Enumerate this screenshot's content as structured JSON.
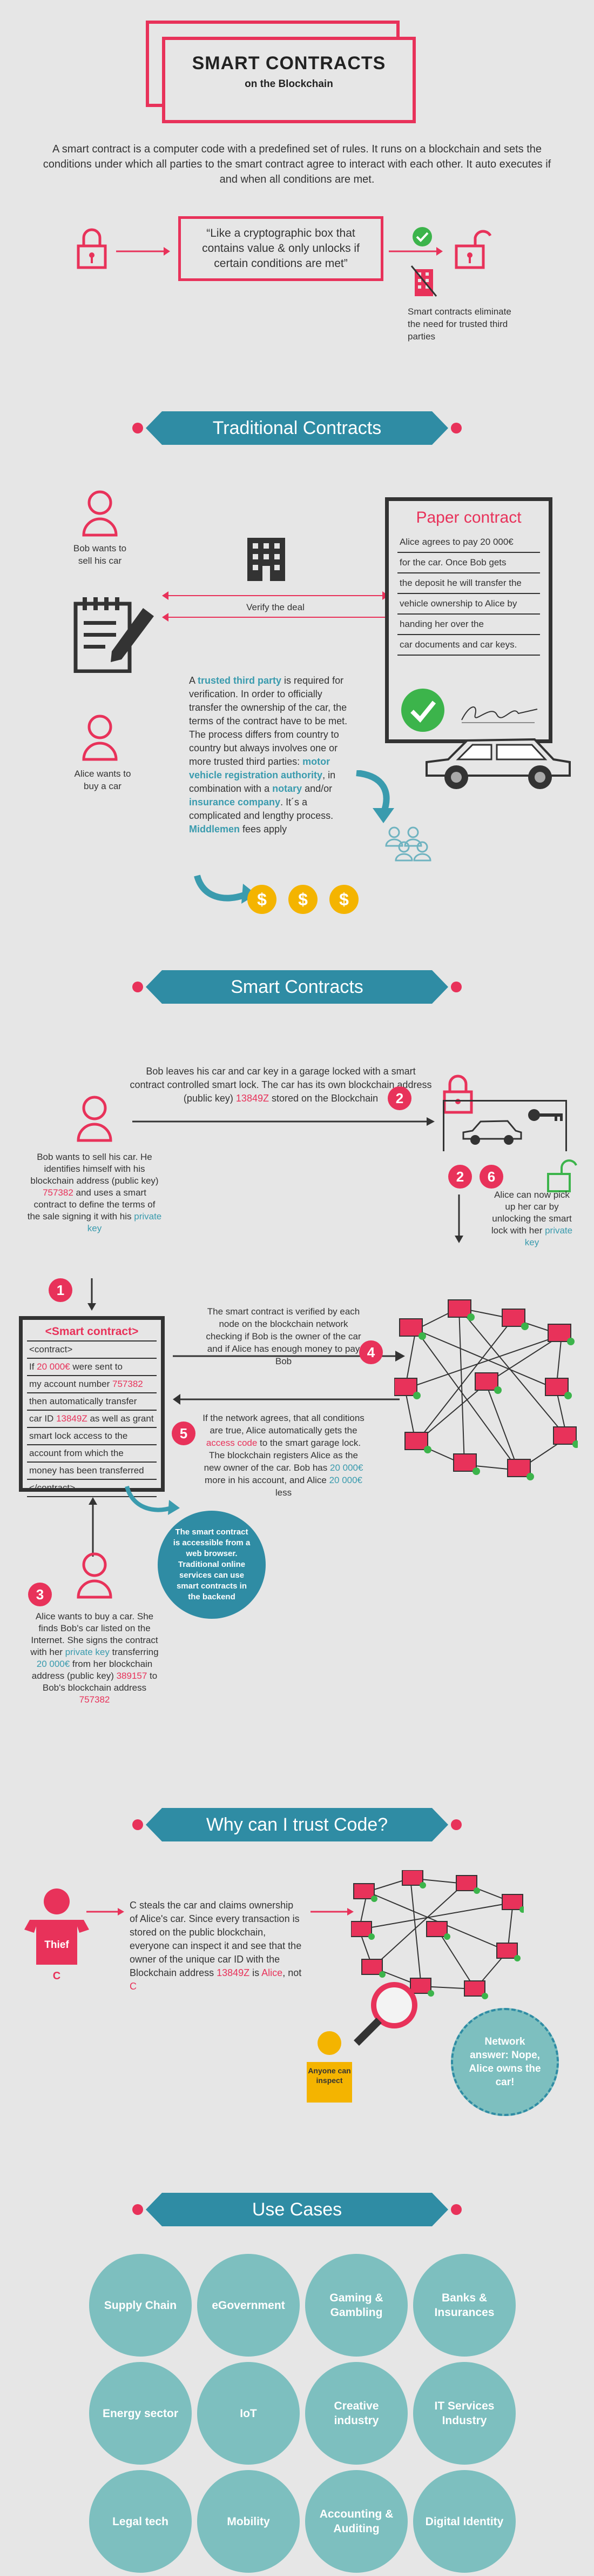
{
  "header": {
    "title": "SMART CONTRACTS",
    "subtitle": "on the Blockchain",
    "intro": "A smart contract is a computer code with a predefined set of rules. It runs on a blockchain and sets the conditions under which all parties to the smart contract agree to interact with each other.  It auto executes if and when all conditions are met.",
    "quote": "“Like a cryptographic box that contains value & only unlocks if certain conditions are met”",
    "eliminate_note": "Smart contracts eliminate the need for trusted third parties"
  },
  "traditional": {
    "banner": "Traditional Contracts",
    "bob": "Bob wants to sell his car",
    "alice": "Alice wants to buy  a car",
    "verify": "Verify the deal",
    "paper_title": "Paper contract",
    "paper_lines": [
      "Alice agrees to pay 20 000€",
      "for the car. Once Bob gets",
      "the deposit he will transfer the",
      "vehicle ownership to Alice by",
      "handing her over the",
      "car documents and car keys."
    ],
    "p_a": "A ",
    "p_ttp": "trusted third party",
    "p_b": " is required for verification. In order to officially transfer the ownership of the car, the terms of the contract have to be met. The process differs from country to country but always involves one or more trusted third parties: ",
    "p_mvra": "motor vehicle registration authority",
    "p_c": ", in combination with a ",
    "p_notary": "notary",
    "p_d": " and/or ",
    "p_insurance": "insurance company",
    "p_e": ". It´s a complicated and lengthy process. ",
    "p_middlemen": "Middlemen",
    "p_f": " fees apply",
    "dollar": "$"
  },
  "smart": {
    "banner": "Smart Contracts",
    "intro_a": "Bob leaves his car and car key in a garage locked with a smart contract controlled smart lock.  The car has its own blockchain address (public key) ",
    "intro_key": "13849Z",
    "intro_b": " stored on the Blockchain",
    "bob_a": "Bob wants to sell his car. He identifies himself with his blockchain address (public key) ",
    "bob_key": "757382",
    "bob_b": " and uses a smart contract to define the terms of the sale signing it with his ",
    "bob_pk": "private key",
    "sc_title": "<Smart contract>",
    "sc_lines": [
      "<contract>",
      "If 20 000€ were sent to",
      "my account number 757382",
      "then automatically transfer",
      "car ID 13849Z as well as grant",
      "smart lock access to the",
      "account from which the",
      "money has been transferred",
      "</contract>"
    ],
    "verify_text": "The smart contract is verified by each node on the blockchain network checking if Bob is the owner of the car and if Alice has enough money to pay Bob",
    "agree_a": "If the network agrees, that all conditions are true, Alice automatically gets the ",
    "agree_ac": "access code",
    "agree_b": " to the smart garage lock. The blockchain registers Alice as the new owner of the car. Bob has ",
    "agree_amt1": "20 000€",
    "agree_c": " more in his account, and Alice ",
    "agree_amt2": "20 000€",
    "agree_d": " less",
    "web_note": "The smart contract is accessible from a web browser. Traditional online services can use smart contracts in the backend",
    "alice_a": "Alice wants to buy a car. She finds Bob's car listed on the Internet. She signs the contract with her ",
    "alice_pk": "private key",
    "alice_b": " transferring ",
    "alice_amt": "20 000€",
    "alice_c": " from her blockchain address (public key) ",
    "alice_key": "389157",
    "alice_d": " to Bob's blockchain address ",
    "alice_bobkey": "757382",
    "pickup_a": "Alice can now pick up her car by unlocking the smart lock with her ",
    "pickup_pk": "private key",
    "nums": [
      "1",
      "2",
      "3",
      "4",
      "5",
      "6"
    ]
  },
  "trust": {
    "banner": "Why can I trust Code?",
    "thief_label": "Thief",
    "thief_letter": "C",
    "text_a": "C steals the car and claims ownership of Alice's car. Since every transaction is stored on the public blockchain, everyone can inspect it and see that the owner of the unique car ID with the Blockchain address ",
    "text_key": "13849Z",
    "text_b": " is ",
    "text_alice": "Alice",
    "text_c": ", not ",
    "text_thief": "C",
    "inspect": "Anyone can inspect",
    "network_answer": "Network answer: Nope, Alice owns the car!"
  },
  "use_cases": {
    "banner": "Use Cases",
    "items": [
      "Supply Chain",
      "eGovernment",
      "Gaming & Gambling",
      "Banks & Insurances",
      "Energy sector",
      "IoT",
      "Creative industry",
      "IT Services Industry",
      "Legal tech",
      "Mobility",
      "Accounting & Auditing",
      "Digital Identity"
    ]
  },
  "colors": {
    "accent": "#e8325a",
    "teal": "#2f8ca4",
    "bg": "#e6e6e6",
    "mint": "#7dbfbf"
  }
}
